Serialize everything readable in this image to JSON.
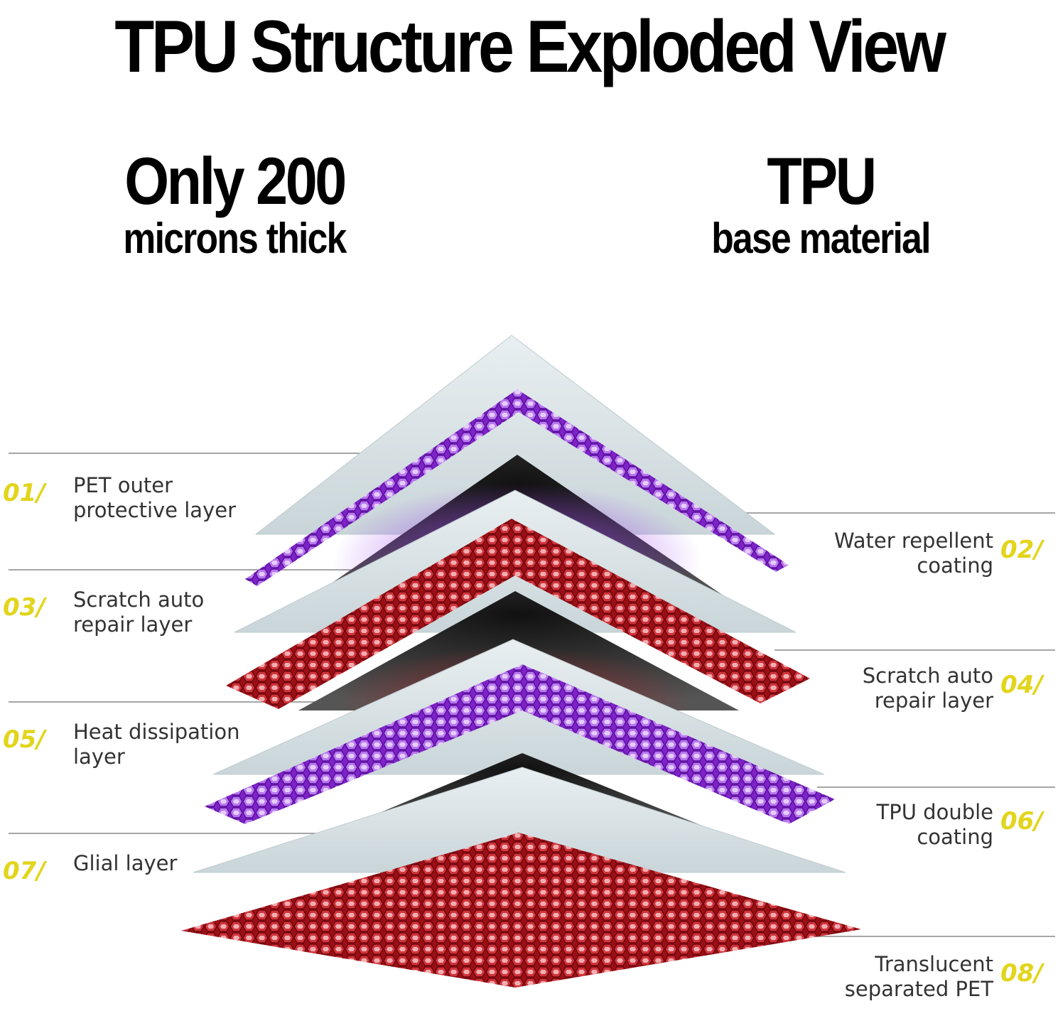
{
  "title": "TPU Structure Exploded View",
  "left_headline": {
    "main": "Only 200",
    "sub": "microns thick"
  },
  "right_headline": {
    "main": "TPU",
    "sub": "base material"
  },
  "colors": {
    "accent_number": "#e2d51c",
    "purple": "#8a2bd6",
    "red": "#b3141c",
    "clear": "#d9e3e6"
  },
  "layers": [
    {
      "number": "01/",
      "side": "left",
      "lines": [
        "PET outer",
        "protective layer"
      ]
    },
    {
      "number": "02/",
      "side": "right",
      "lines": [
        "Water repellent",
        "coating"
      ]
    },
    {
      "number": "03/",
      "side": "left",
      "lines": [
        "Scratch auto",
        "repair layer"
      ]
    },
    {
      "number": "04/",
      "side": "right",
      "lines": [
        "Scratch auto",
        "repair layer"
      ]
    },
    {
      "number": "05/",
      "side": "left",
      "lines": [
        "Heat dissipation",
        "layer"
      ]
    },
    {
      "number": "06/",
      "side": "right",
      "lines": [
        "TPU double",
        "coating"
      ]
    },
    {
      "number": "07/",
      "side": "left",
      "lines": [
        "Glial layer"
      ]
    },
    {
      "number": "08/",
      "side": "right",
      "lines": [
        "Translucent",
        "separated PET"
      ]
    }
  ]
}
